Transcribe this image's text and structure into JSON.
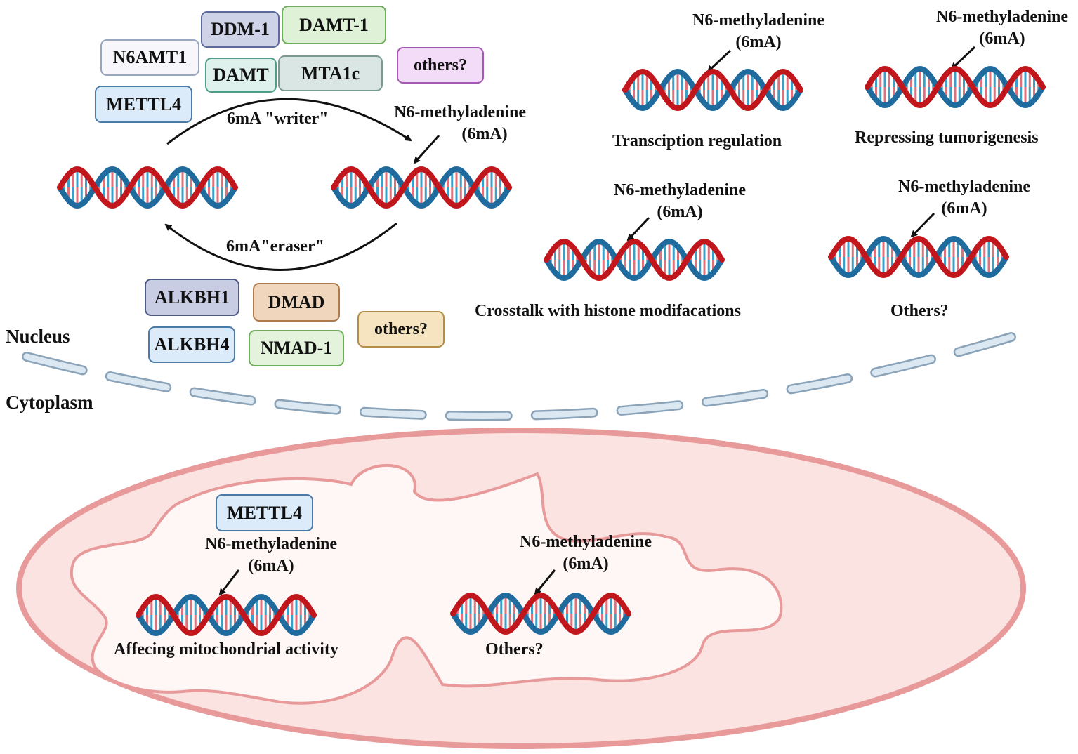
{
  "compartments": {
    "nucleus": "Nucleus",
    "cytoplasm": "Cytoplasm"
  },
  "writers": {
    "label": "6mA \"writer\"",
    "enzymes": [
      "DDM-1",
      "DAMT-1",
      "N6AMT1",
      "DAMT",
      "MTA1c",
      "others?",
      "METTL4"
    ]
  },
  "erasers": {
    "label": "6mA\"eraser\"",
    "enzymes": [
      "ALKBH1",
      "DMAD",
      "ALKBH4",
      "NMAD-1",
      "others?"
    ]
  },
  "mark": {
    "name": "N6-methyladenine",
    "abbr": "(6mA)"
  },
  "nuclear_functions": [
    "Transciption regulation",
    "Repressing tumorigenesis",
    "Crosstalk with histone modifacations",
    "Others?"
  ],
  "mitochondria": {
    "enzyme": "METTL4",
    "functions": [
      "Affecing mitochondrial activity",
      "Others?"
    ]
  },
  "colors": {
    "strand_red": "#c0161c",
    "strand_blue": "#1f6b9e",
    "membrane": "#c9d9e6",
    "mito_outer": "#e89a9a",
    "mito_fill": "#fbe3e2",
    "mito_inner": "#fff7f6"
  }
}
